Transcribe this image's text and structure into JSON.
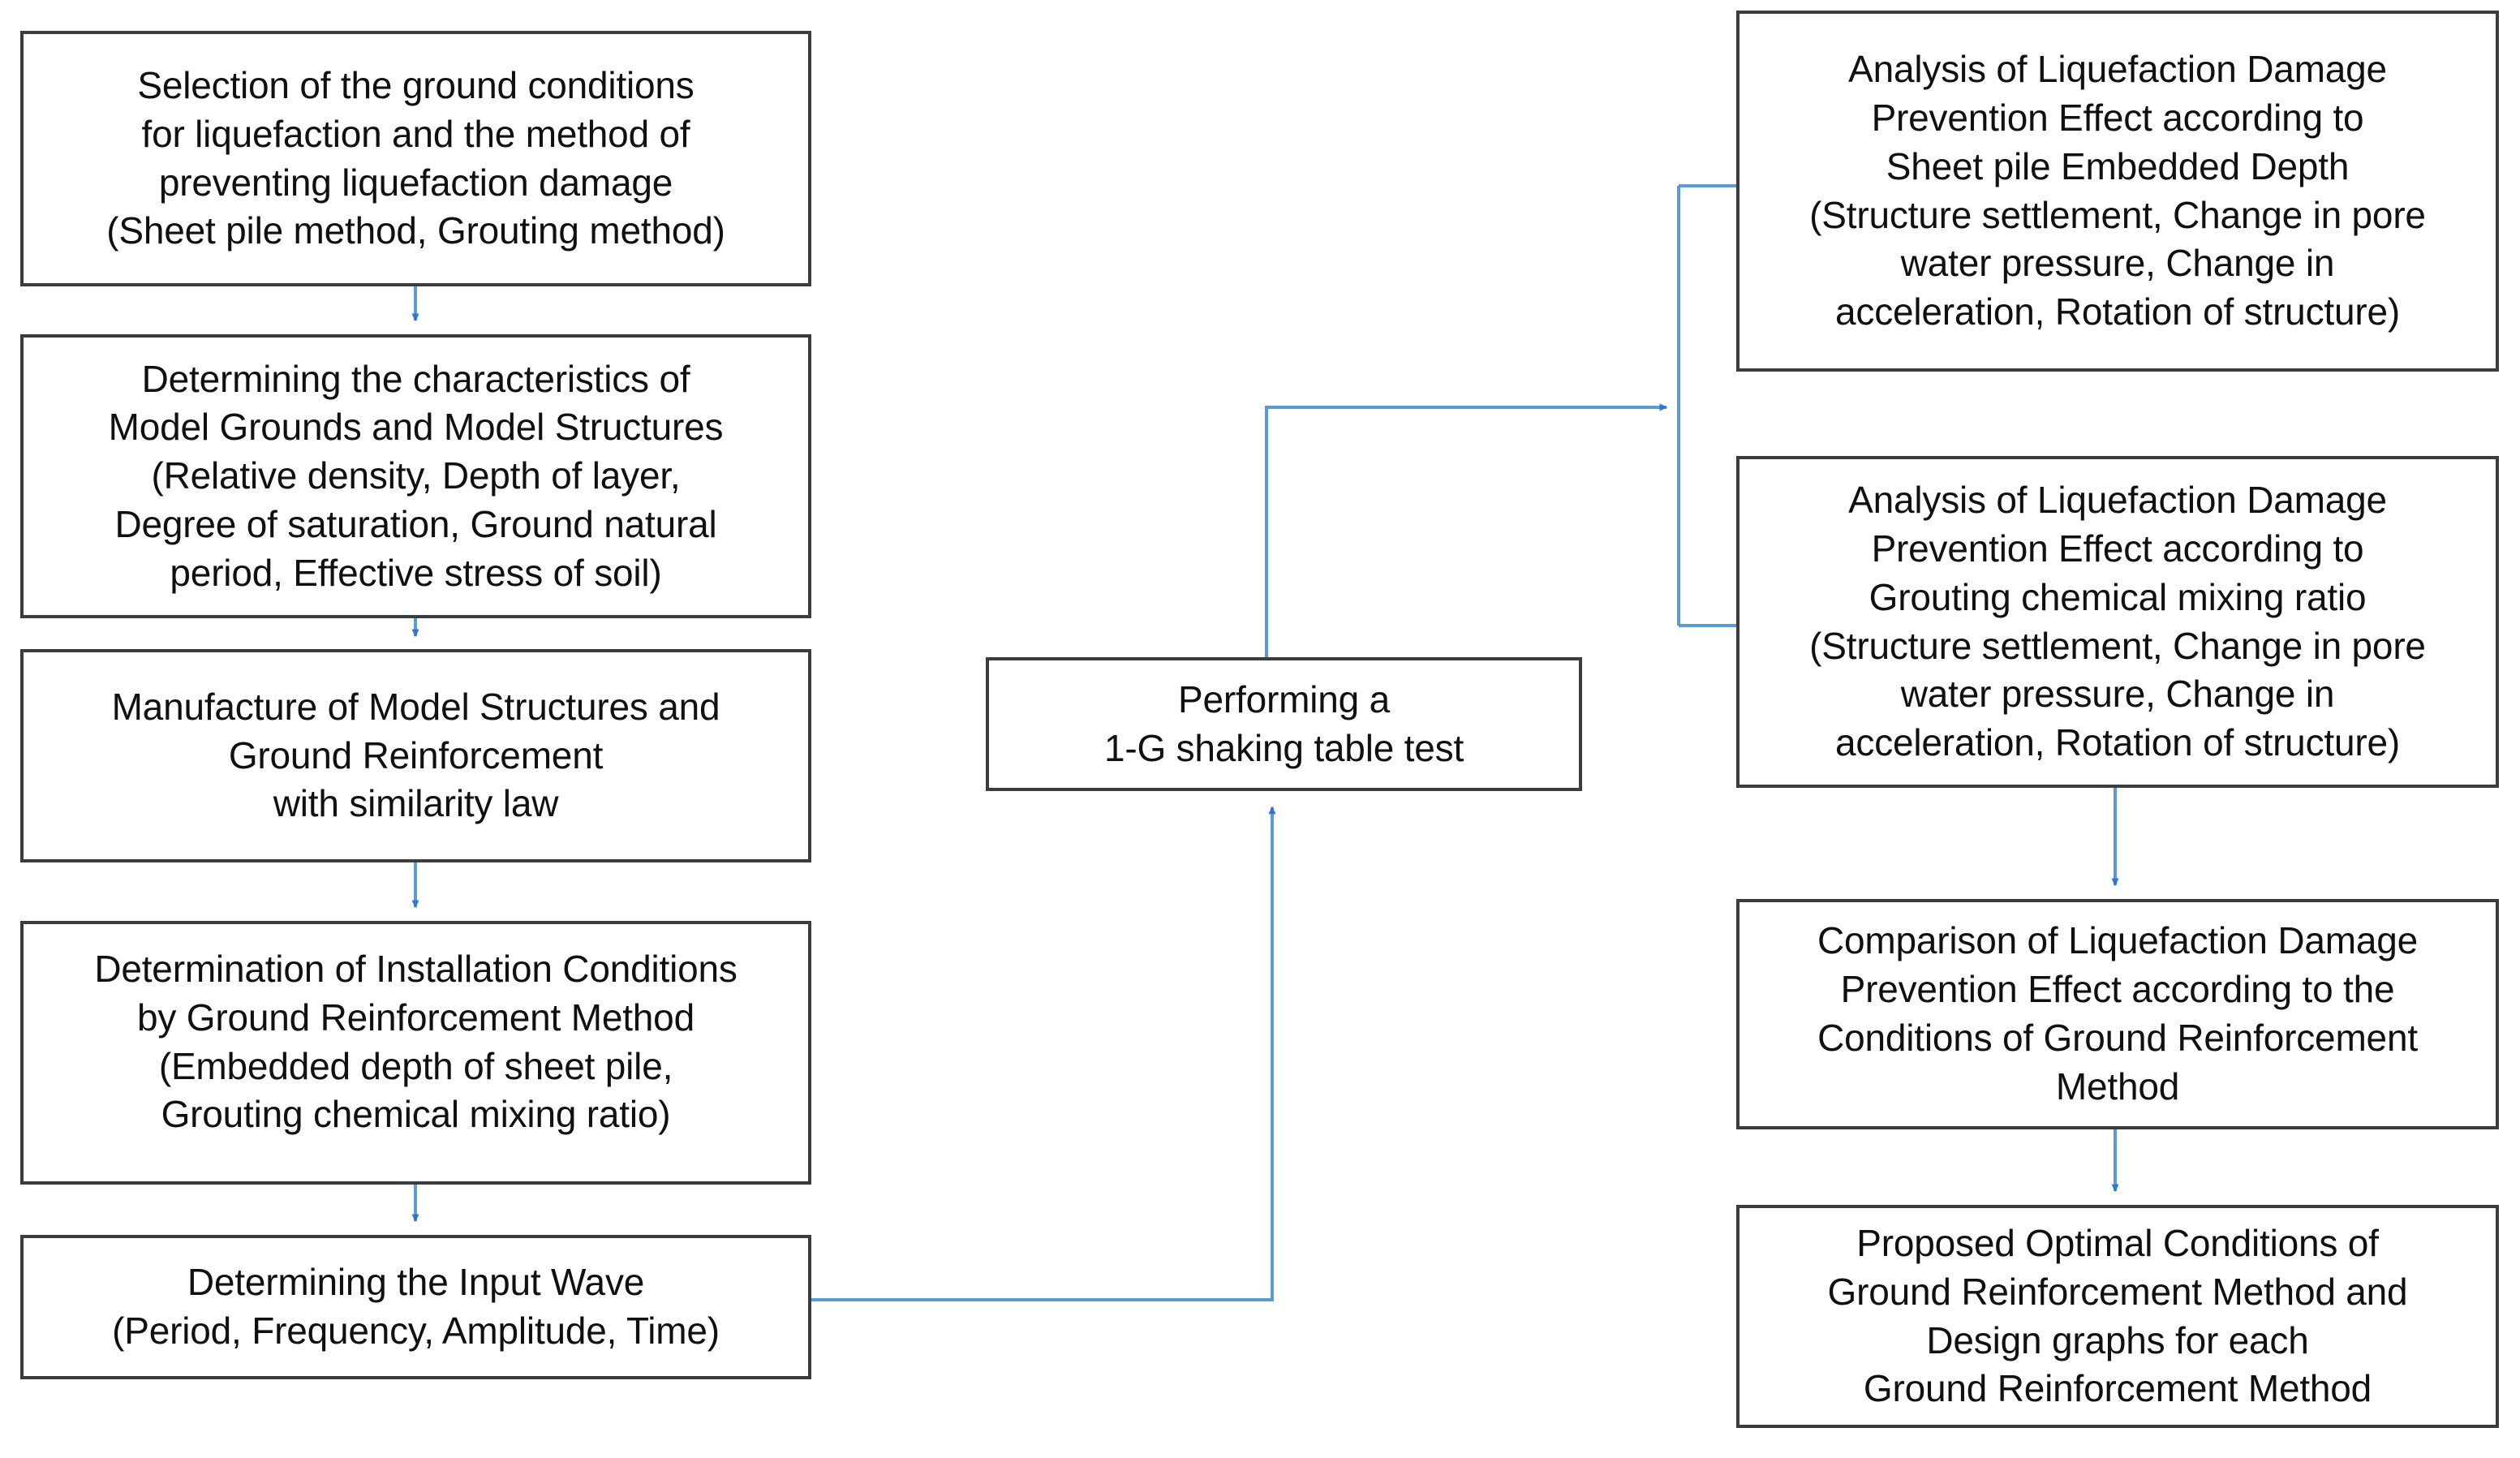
{
  "diagram": {
    "title": "Research flowchart for liquefaction damage prevention study",
    "colors": {
      "node_border": "#3c3c3c",
      "node_fill": "#ffffff",
      "text": "#101010",
      "connector_line": "#5B9BD5",
      "connector_arrow": "#2E75D4"
    },
    "nodes": [
      {
        "id": "left-1",
        "column": "left",
        "order": 1,
        "text": "Selection of the ground conditions\nfor liquefaction and the method of\npreventing liquefaction damage\n(Sheet pile method, Grouting method)"
      },
      {
        "id": "left-2",
        "column": "left",
        "order": 2,
        "text": "Determining the characteristics of\nModel Grounds and Model Structures\n(Relative density, Depth of layer,\nDegree of saturation, Ground natural\nperiod, Effective stress of soil)"
      },
      {
        "id": "left-3",
        "column": "left",
        "order": 3,
        "text": "Manufacture of Model Structures and\nGround Reinforcement\nwith similarity law"
      },
      {
        "id": "left-4",
        "column": "left",
        "order": 4,
        "text": "Determination of Installation Conditions\nby Ground Reinforcement Method\n(Embedded depth of sheet pile,\nGrouting chemical mixing ratio)"
      },
      {
        "id": "left-5",
        "column": "left",
        "order": 5,
        "text": "Determining the Input Wave\n(Period, Frequency, Amplitude, Time)"
      },
      {
        "id": "center",
        "column": "center",
        "order": 1,
        "text": "Performing a\n1-G shaking table test"
      },
      {
        "id": "right-1",
        "column": "right",
        "order": 1,
        "text": "Analysis of Liquefaction Damage\nPrevention Effect according to\nSheet pile Embedded Depth\n(Structure settlement, Change in pore\nwater pressure, Change in\nacceleration, Rotation of structure)"
      },
      {
        "id": "right-2",
        "column": "right",
        "order": 2,
        "text": "Analysis of Liquefaction Damage\nPrevention Effect according to\nGrouting chemical mixing ratio\n(Structure settlement, Change in pore\nwater pressure, Change in\nacceleration, Rotation of structure)"
      },
      {
        "id": "right-3",
        "column": "right",
        "order": 3,
        "text": "Comparison of Liquefaction Damage\nPrevention Effect according to the\nConditions of Ground Reinforcement\nMethod"
      },
      {
        "id": "right-4",
        "column": "right",
        "order": 4,
        "text": "Proposed Optimal Conditions of\nGround Reinforcement Method and\nDesign graphs for each\nGround Reinforcement Method"
      }
    ],
    "edges": [
      {
        "id": "e1",
        "from": "left-1",
        "to": "left-2",
        "style": "arrow-down"
      },
      {
        "id": "e2",
        "from": "left-2",
        "to": "left-3",
        "style": "arrow-down"
      },
      {
        "id": "e3",
        "from": "left-3",
        "to": "left-4",
        "style": "arrow-down"
      },
      {
        "id": "e4",
        "from": "left-4",
        "to": "left-5",
        "style": "arrow-down"
      },
      {
        "id": "e5",
        "from": "left-5",
        "to": "center",
        "style": "elbow-right-up-arrow"
      },
      {
        "id": "e6",
        "from": "center",
        "to": "right-1",
        "style": "elbow-up-right-bus"
      },
      {
        "id": "e7",
        "from": "center",
        "to": "right-2",
        "style": "elbow-up-right-bus"
      },
      {
        "id": "e8",
        "from": "right-2",
        "to": "right-3",
        "style": "arrow-down"
      },
      {
        "id": "e9",
        "from": "right-3",
        "to": "right-4",
        "style": "arrow-down"
      }
    ]
  }
}
